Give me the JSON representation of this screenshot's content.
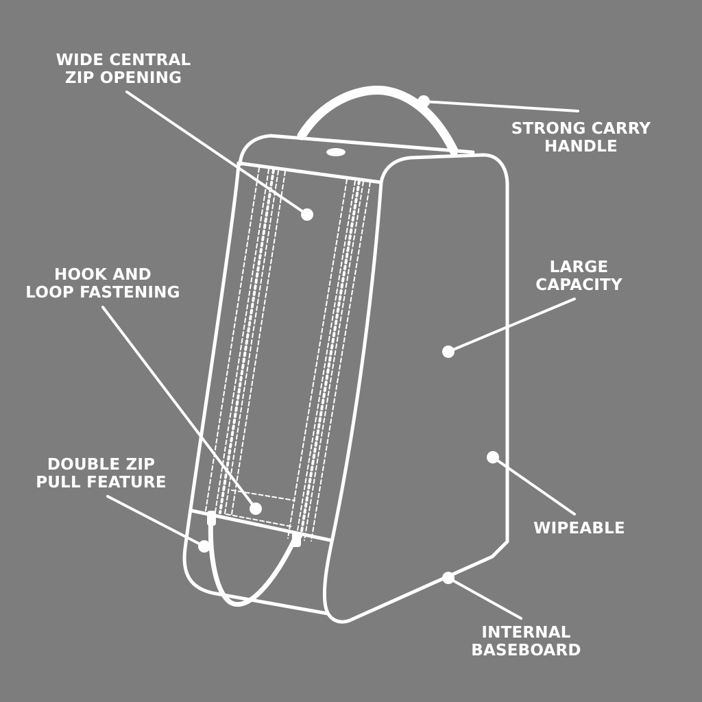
{
  "colors": {
    "background": "#7d7d7d",
    "line": "#ffffff"
  },
  "diagram": {
    "subject": "shoe bag",
    "labels": [
      {
        "id": "zip-opening",
        "lines": [
          "WIDE CENTRAL",
          "ZIP OPENING"
        ]
      },
      {
        "id": "carry-handle",
        "lines": [
          "STRONG CARRY",
          "HANDLE"
        ]
      },
      {
        "id": "hook-loop",
        "lines": [
          "HOOK AND",
          "LOOP FASTENING"
        ]
      },
      {
        "id": "large-capacity",
        "lines": [
          "LARGE",
          "CAPACITY"
        ]
      },
      {
        "id": "double-zip",
        "lines": [
          "DOUBLE ZIP",
          "PULL FEATURE"
        ]
      },
      {
        "id": "wipeable",
        "lines": [
          "WIPEABLE"
        ]
      },
      {
        "id": "baseboard",
        "lines": [
          "INTERNAL",
          "BASEBOARD"
        ]
      }
    ]
  }
}
